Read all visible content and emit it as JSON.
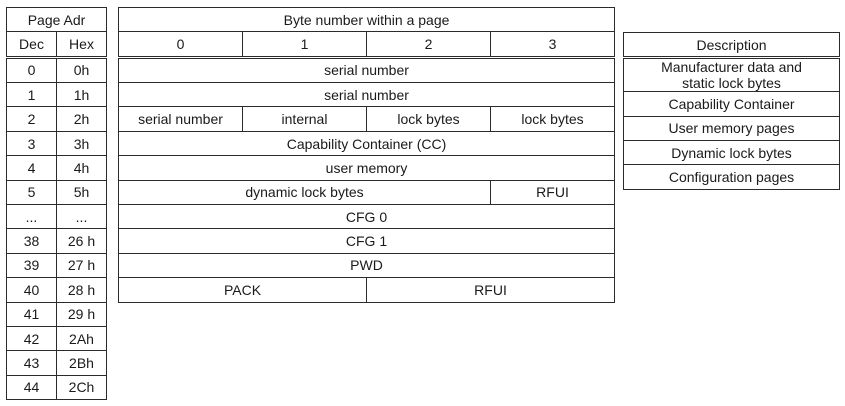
{
  "address_table": {
    "title": "Page Adr",
    "col_dec": "Dec",
    "col_hex": "Hex",
    "rows": [
      {
        "dec": "0",
        "hex": "0h"
      },
      {
        "dec": "1",
        "hex": "1h"
      },
      {
        "dec": "2",
        "hex": "2h"
      },
      {
        "dec": "3",
        "hex": "3h"
      },
      {
        "dec": "4",
        "hex": "4h"
      },
      {
        "dec": "5",
        "hex": "5h"
      },
      {
        "dec": "...",
        "hex": "..."
      },
      {
        "dec": "38",
        "hex": "26 h"
      },
      {
        "dec": "39",
        "hex": "27 h"
      },
      {
        "dec": "40",
        "hex": "28 h"
      },
      {
        "dec": "41",
        "hex": "29 h"
      },
      {
        "dec": "42",
        "hex": "2Ah"
      },
      {
        "dec": "43",
        "hex": "2Bh"
      },
      {
        "dec": "44",
        "hex": "2Ch"
      }
    ]
  },
  "byte_table": {
    "title": "Byte number within a page",
    "byte_numbers": [
      "0",
      "1",
      "2",
      "3"
    ],
    "serial_number": "serial number",
    "row2": [
      "serial number",
      "internal",
      "lock bytes",
      "lock bytes"
    ],
    "capability_container": "Capability Container (CC)",
    "user_memory": "user memory",
    "dynamic_lock_bytes": "dynamic lock bytes",
    "rfui": "RFUI",
    "cfg0": "CFG 0",
    "cfg1": "CFG 1",
    "pwd": "PWD",
    "pack": "PACK"
  },
  "description_table": {
    "header": "Description",
    "manufacturer": "Manufacturer data and static lock bytes",
    "capability": "Capability Container",
    "user_memory": "User memory pages",
    "dynamic_lock": "Dynamic lock bytes",
    "configuration": "Configuration pages"
  }
}
